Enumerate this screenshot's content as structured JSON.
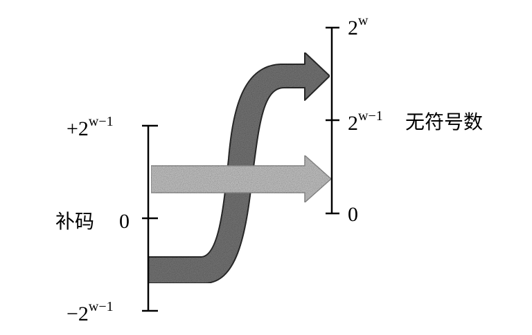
{
  "left_axis": {
    "name": "补码",
    "top_label": {
      "base": "+2",
      "exp": "w−1"
    },
    "zero_label": "0",
    "bottom_label": {
      "base": "−2",
      "exp": "w−1"
    }
  },
  "right_axis": {
    "name": "无符号数",
    "top_label": {
      "base": "2",
      "exp": "w"
    },
    "mid_label": {
      "base": "2",
      "exp": "w−1"
    },
    "zero_label": "0"
  },
  "colors": {
    "axis": "#000000",
    "s_arrow_fill": "#6e6e6e",
    "s_arrow_stroke": "#2a2a2a",
    "straight_arrow_fill": "#b8b8b8",
    "straight_arrow_stroke": "#8a8a8a"
  }
}
